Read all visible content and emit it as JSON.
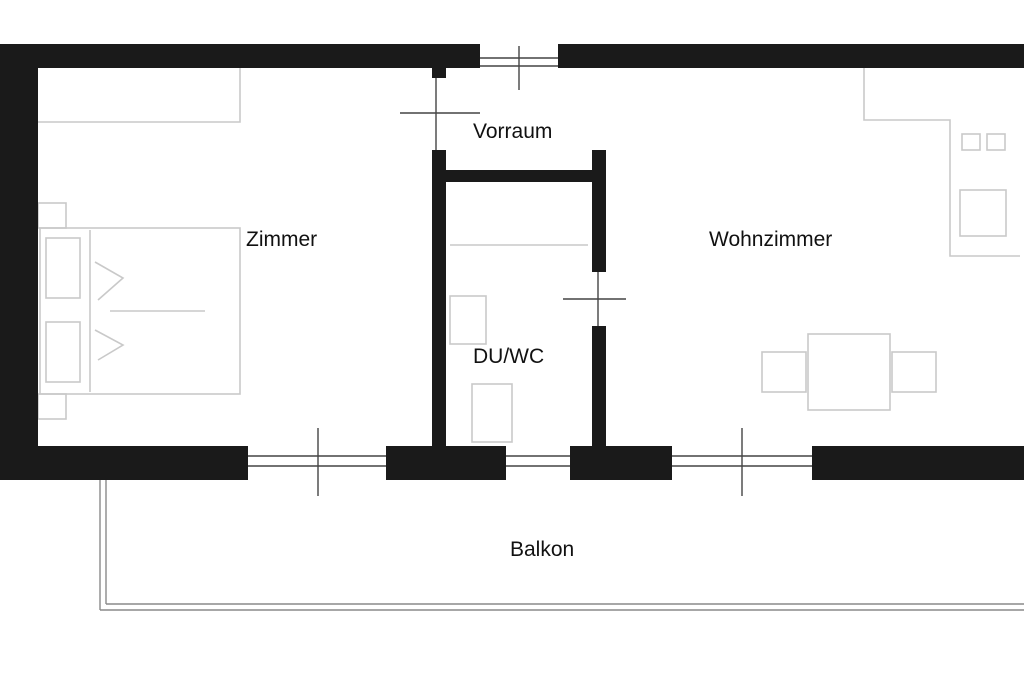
{
  "rooms": {
    "zimmer": "Zimmer",
    "vorraum": "Vorraum",
    "wohnzimmer": "Wohnzimmer",
    "du_wc": "DU/WC",
    "balkon": "Balkon"
  },
  "colors": {
    "wall": "#1a1a1a",
    "furniture": "#c9c9c9",
    "background": "#ffffff"
  }
}
